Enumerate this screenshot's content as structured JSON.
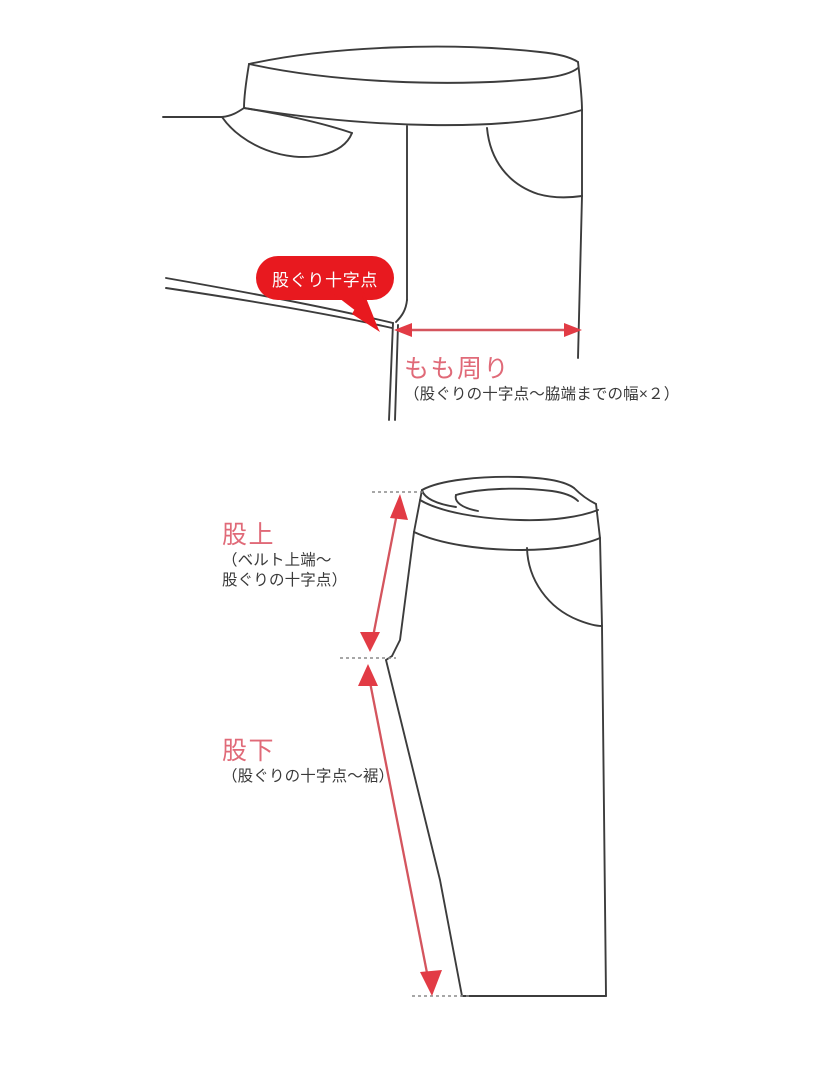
{
  "page": {
    "background_color": "#ffffff",
    "line_color": "#3c3c3c",
    "accent_red": "#e8191f",
    "accent_pink": "#e06a78",
    "arrow_red": "#e23b45",
    "dotted_gray": "#8a8a8a"
  },
  "figures": [
    {
      "id": "figure-thigh",
      "name": "pants-top-view-thigh-measurement",
      "view": "top-front view of trousers showing waistband, pockets, centre front seam and crotch cross point"
    },
    {
      "id": "figure-rise",
      "name": "pants-side-view-rise-measurement",
      "view": "side view of trousers showing waistband, pocket, crotch level and hem"
    }
  ],
  "callout": {
    "badge_label": "股ぐり十字点",
    "badge_color": "#e8191f",
    "badge_text_color": "#ffffff",
    "points_to": "crotch cross point"
  },
  "measurements": [
    {
      "id": "thigh",
      "title": "もも周り",
      "subtitle": "（股ぐりの十字点～脇端までの幅×２）",
      "arrow": "double-headed horizontal arrow",
      "title_color": "#e06a78"
    },
    {
      "id": "rise-upper",
      "title": "股上",
      "subtitle_line1": "（ベルト上端～",
      "subtitle_line2": "股ぐりの十字点）",
      "arrow": "single-headed vertical arrow pointing up",
      "title_color": "#e06a78"
    },
    {
      "id": "rise-lower",
      "title": "股下",
      "subtitle": "（股ぐりの十字点～裾）",
      "arrow": "single-headed vertical arrow pointing down",
      "title_color": "#e06a78"
    }
  ]
}
